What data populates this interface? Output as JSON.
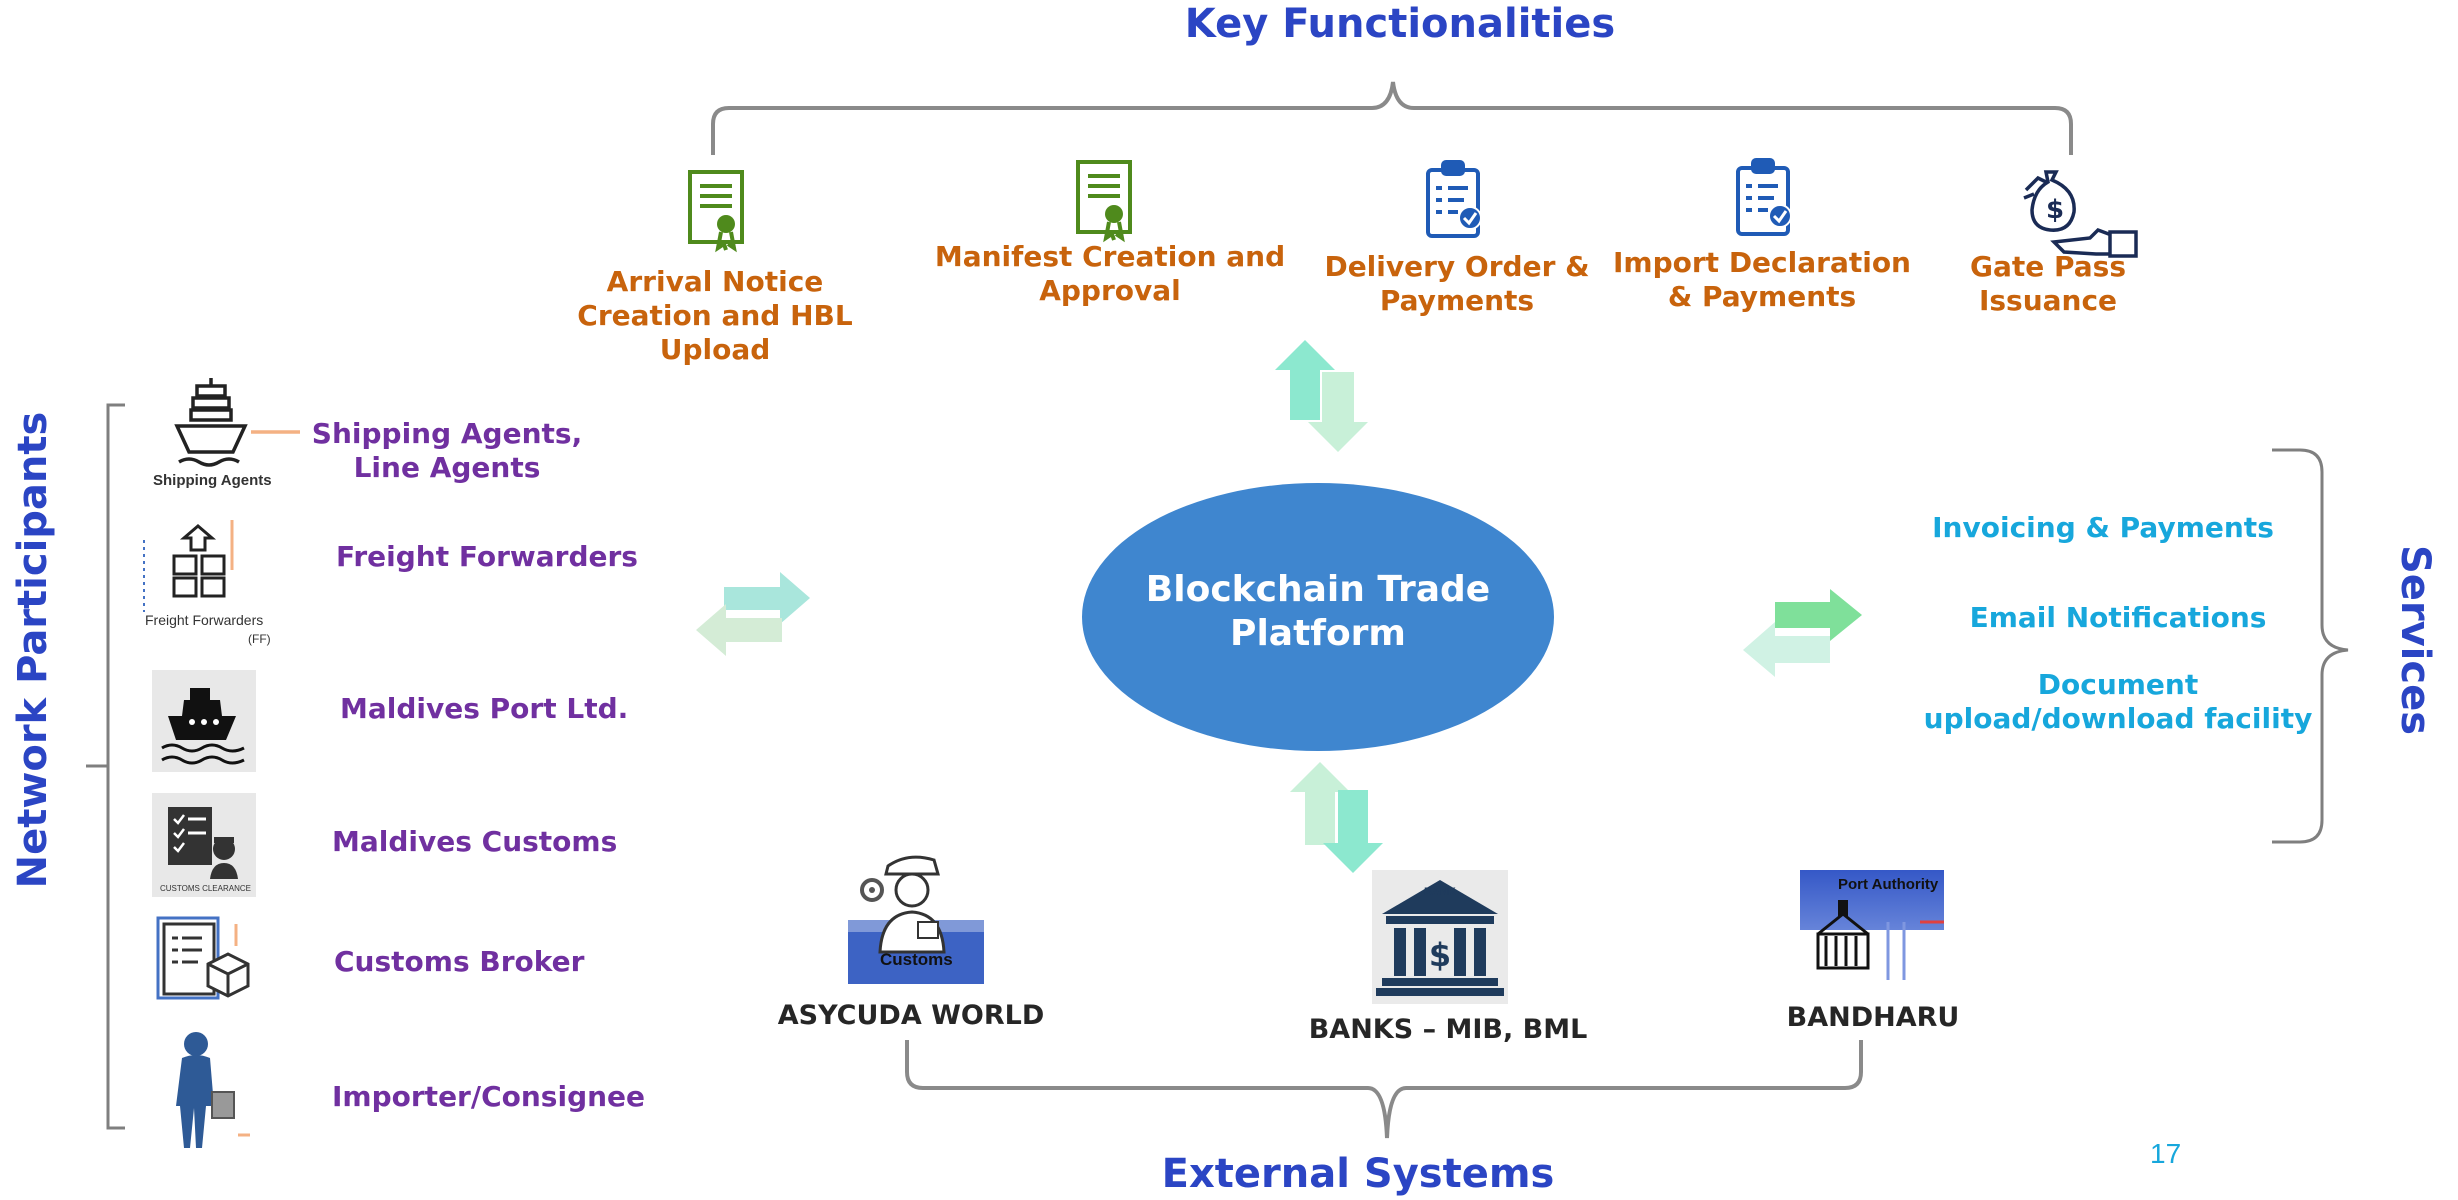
{
  "title_top": "Key Functionalities",
  "title_bottom": "External Systems",
  "title_left": "Network  Participants",
  "title_right": "Services",
  "center_node": {
    "line1": "Blockchain Trade",
    "line2": "Platform",
    "color": "#3f86cf"
  },
  "functionalities": [
    {
      "line1": "Arrival Notice",
      "line2": "Creation and HBL",
      "line3": "Upload",
      "icon": "certificate-icon"
    },
    {
      "line1": "Manifest Creation and",
      "line2": "Approval",
      "icon": "certificate-icon"
    },
    {
      "line1": "Delivery Order &",
      "line2": "Payments",
      "icon": "clipboard-check-icon"
    },
    {
      "line1": "Import Declaration",
      "line2": "& Payments",
      "icon": "clipboard-check-icon"
    },
    {
      "line1": "Gate Pass",
      "line2": "Issuance",
      "icon": "money-hand-icon"
    }
  ],
  "participants": [
    {
      "line1": "Shipping Agents,",
      "line2": "Line Agents",
      "icon": "cargo-ship-icon",
      "caption": "Shipping Agents"
    },
    {
      "label": "Freight Forwarders",
      "icon": "freight-boxes-icon",
      "caption": "Freight Forwarders",
      "caption2": "(FF)"
    },
    {
      "label": "Maldives Port Ltd.",
      "icon": "ship-waves-icon"
    },
    {
      "label": "Maldives Customs",
      "icon": "customs-clearance-icon",
      "caption": "CUSTOMS CLEARANCE"
    },
    {
      "label": "Customs Broker",
      "icon": "broker-documents-icon"
    },
    {
      "label": "Importer/Consignee",
      "icon": "importer-person-icon"
    }
  ],
  "services": [
    {
      "label": "Invoicing  & Payments"
    },
    {
      "label": "Email Notifications"
    },
    {
      "line1": "Document",
      "line2": "upload/download facility"
    }
  ],
  "external_systems": [
    {
      "label": "ASYCUDA WORLD",
      "icon": "customs-officer-icon",
      "caption": "Customs"
    },
    {
      "label": "BANKS – MIB, BML",
      "icon": "bank-icon",
      "caption": "BANK"
    },
    {
      "label": "BANDHARU",
      "icon": "port-authority-icon",
      "caption": "Port Authority"
    }
  ],
  "page_number": "17",
  "colors": {
    "title": "#2b45c4",
    "functionality_text": "#c8630c",
    "participant_text": "#7030a0",
    "service_text": "#17a7dc",
    "arrow_light": "#a8ecdc",
    "bracket": "#7f7f7f"
  }
}
